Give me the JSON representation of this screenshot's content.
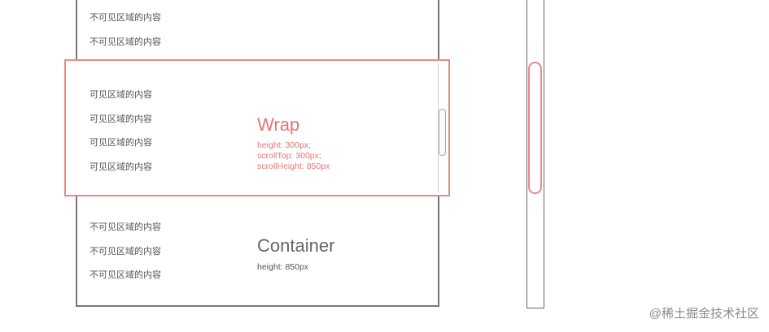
{
  "container": {
    "title": "Container",
    "meta": "height: 850px",
    "hidden_lines_top": [
      "不可见区域的内容",
      "不可见区域的内容"
    ],
    "hidden_lines_bottom": [
      "不可见区域的内容",
      "不可见区域的内容",
      "不可见区域的内容"
    ]
  },
  "wrap": {
    "title": "Wrap",
    "meta_lines": [
      "height: 300px;",
      "scrollTop: 300px;",
      "scrollHeight: 850px"
    ],
    "visible_lines": [
      "可见区域的内容",
      "可见区域的内容",
      "可见区域的内容",
      "可见区域的内容"
    ]
  },
  "watermark": "@稀土掘金技术社区",
  "colors": {
    "accent": "#e57575",
    "outline": "#777777"
  }
}
